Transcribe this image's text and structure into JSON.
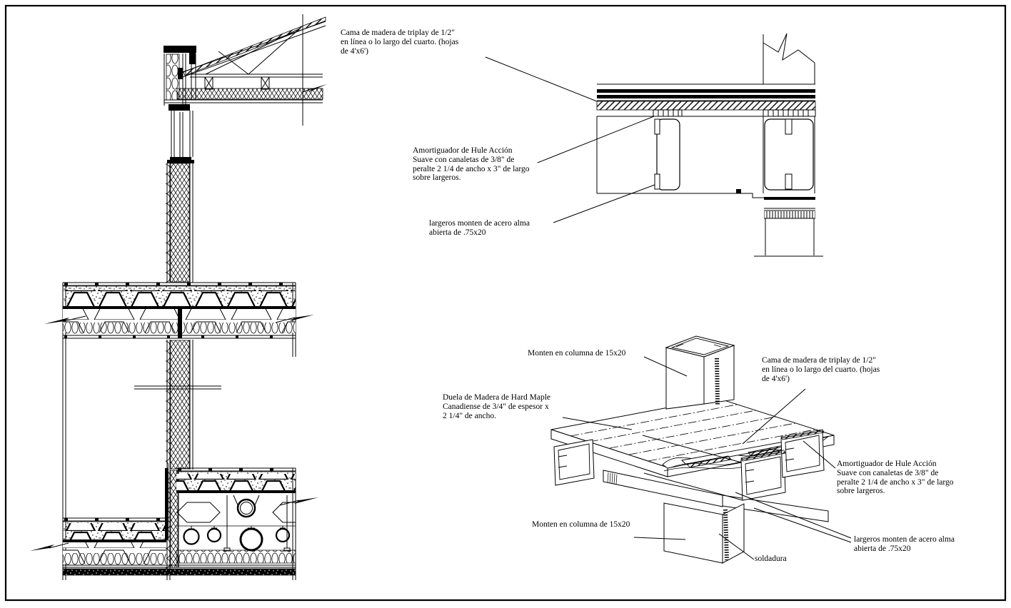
{
  "drawing": {
    "colors": {
      "ink": "#000000",
      "paper": "#ffffff"
    },
    "labels": {
      "cama_top": "Cama de madera de  triplay de 1/2\"\nen línea o lo largo del cuarto. (hojas\nde 4'x6')",
      "amortiguador_top": "Amortiguador de Hule Acción\nSuave con canaletas de 3/8\" de\nperalte 2 1/4 de ancho x 3\" de largo\nsobre largeros.",
      "largeros_top": "largeros monten de acero alma\nabierta de .75x20",
      "monten_top": "Monten en columna de 15x20",
      "duela": "Duela de Madera de Hard Maple\nCanadiense de 3/4\" de espesor x\n2 1/4\" de ancho.",
      "cama_iso": "Cama de madera de  triplay de 1/2\"\nen línea o lo largo del cuarto. (hojas\nde 4'x6')",
      "amortiguador_iso": "Amortiguador de Hule Acción\nSuave con canaletas de 3/8\" de\nperalte 2 1/4 de ancho x 3\" de largo\nsobre largeros.",
      "largeros_iso": "largeros monten de acero alma\nabierta de .75x20",
      "monten_bottom": "Monten en columna de 15x20",
      "soldadura": "soldadura"
    }
  }
}
